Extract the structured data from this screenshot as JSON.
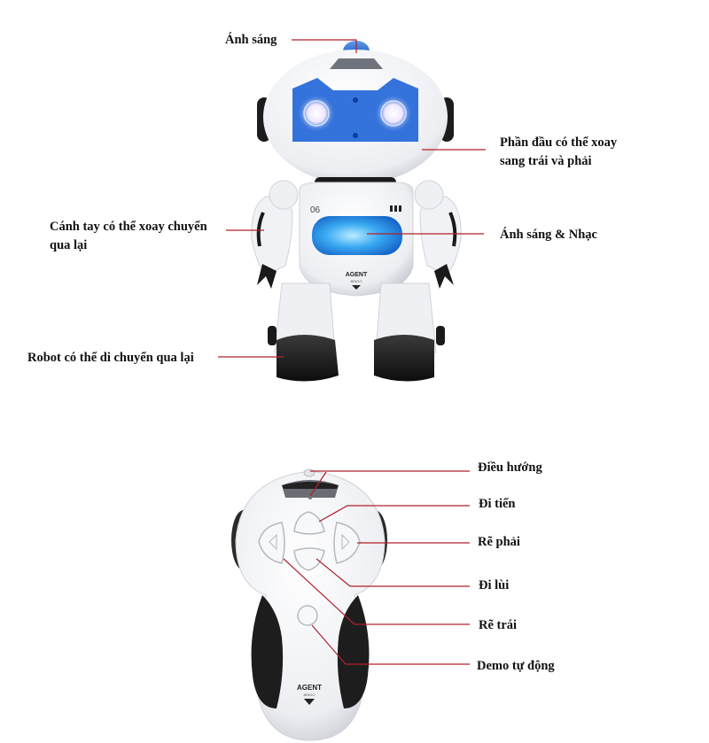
{
  "robot": {
    "chest_number": "06",
    "brand": "AGENT",
    "brand_sub": "BINGO",
    "labels": {
      "light_top": "Ánh sáng",
      "head_rotate_line1": "Phần đầu có thể xoay",
      "head_rotate_line2": "sang trái và phải",
      "arm_rotate_line1": "Cánh tay có thể xoay chuyển",
      "arm_rotate_line2": "qua lại",
      "light_music": "Ánh sáng & Nhạc",
      "move": "Robot có thể di chuyển qua lại"
    }
  },
  "remote": {
    "brand": "AGENT",
    "brand_sub": "BINGO",
    "labels": {
      "navigation": "Điều hướng",
      "forward": "Đi tiến",
      "turn_right": "Rẽ phải",
      "backward": "Đi lùi",
      "turn_left": "Rẽ trái",
      "demo": "Demo tự động"
    }
  },
  "colors": {
    "leader_line": "#b0202a",
    "accent_blue": "#1e6fd9",
    "body_white": "#f4f5f7",
    "dark": "#1a1a1a"
  }
}
